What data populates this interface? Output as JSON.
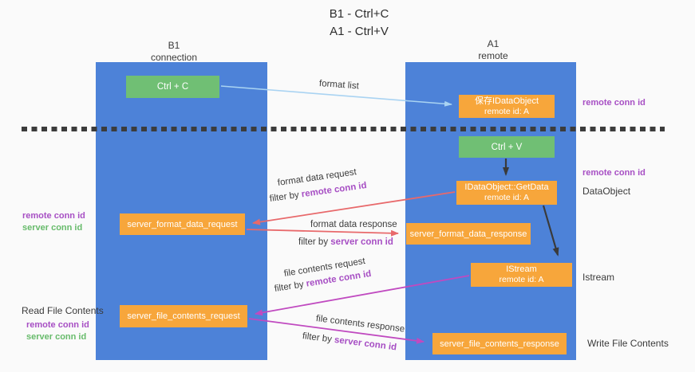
{
  "title": {
    "line1": "B1 - Ctrl+C",
    "line2": "A1 - Ctrl+V"
  },
  "columns": {
    "left": {
      "name": "B1",
      "subtitle": "connection"
    },
    "right": {
      "name": "A1",
      "subtitle": "remote"
    }
  },
  "nodes": {
    "ctrl_c": "Ctrl + C",
    "save_dataobject_line1": "保存IDataObject",
    "save_dataobject_line2": "remote id: A",
    "ctrl_v": "Ctrl + V",
    "getdata_line1": "IDataObject::GetData",
    "getdata_line2": "remote id: A",
    "format_request": "server_format_data_request",
    "format_response": "server_format_data_response",
    "istream_line1": "IStream",
    "istream_line2": "remote id: A",
    "file_request": "server_file_contents_request",
    "file_response": "server_file_contents_response"
  },
  "edge_labels": {
    "format_list": "format list",
    "format_data_request": "format data request",
    "format_data_response": "format data response",
    "file_contents_request": "file contents request",
    "file_contents_response": "file contents response",
    "filter_by": "filter by",
    "remote_conn_id": "remote conn id",
    "server_conn_id": "server conn id"
  },
  "side_labels": {
    "remote_conn_id": "remote conn id",
    "server_conn_id": "server conn id",
    "dataobject": "DataObject",
    "istream": "Istream",
    "read_file_contents": "Read File Contents",
    "write_file_contents": "Write File Contents"
  },
  "colors": {
    "column_blue": "#4d82d8",
    "box_green": "#70bf74",
    "box_orange": "#f7a63b",
    "arrow_salmon": "#e8696b",
    "arrow_magenta": "#c04ac0",
    "arrow_lightblue": "#a9d3f2",
    "arrow_black": "#3a3a3a",
    "text_purple": "#a74fc4",
    "text_green": "#67bb6b"
  }
}
